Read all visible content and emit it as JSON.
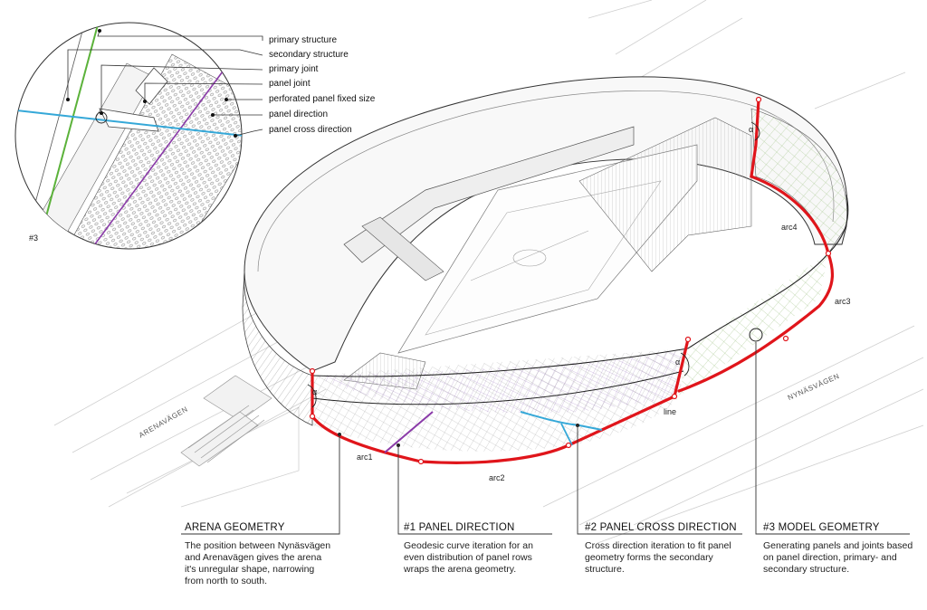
{
  "inset": {
    "tag": "#3",
    "legend": [
      "primary structure",
      "secondary structure",
      "primary joint",
      "panel joint",
      "perforated panel fixed size",
      "panel direction",
      "panel cross direction"
    ]
  },
  "roads": {
    "west": "ARENAVÄGEN",
    "east": "NYNÄSVÄGEN"
  },
  "segments": {
    "arc1": "arc1",
    "arc2": "arc2",
    "arc3": "arc3",
    "arc4": "arc4",
    "line": "line",
    "alpha": "α"
  },
  "callouts": [
    {
      "title": "ARENA GEOMETRY",
      "lines": [
        "The position between Nynäsvägen",
        "and Arenavägen gives the arena",
        "it's unregular shape, narrowing",
        "from north to south."
      ]
    },
    {
      "title": "#1 PANEL DIRECTION",
      "lines": [
        "Geodesic curve iteration for an",
        "even distribution of panel rows",
        "wraps the arena geometry."
      ]
    },
    {
      "title": "#2 PANEL CROSS DIRECTION",
      "lines": [
        "Cross direction iteration to fit panel",
        "geometry forms the secondary",
        "structure."
      ]
    },
    {
      "title": "#3 MODEL GEOMETRY",
      "lines": [
        "Generating panels and joints based",
        "on panel direction, primary- and",
        "secondary structure."
      ]
    }
  ],
  "colors": {
    "edge": "#e0151b",
    "panel_direction": "#8a3aa8",
    "cross_direction": "#35a8d8",
    "primary": "#5bb23a",
    "line": "#222222"
  }
}
